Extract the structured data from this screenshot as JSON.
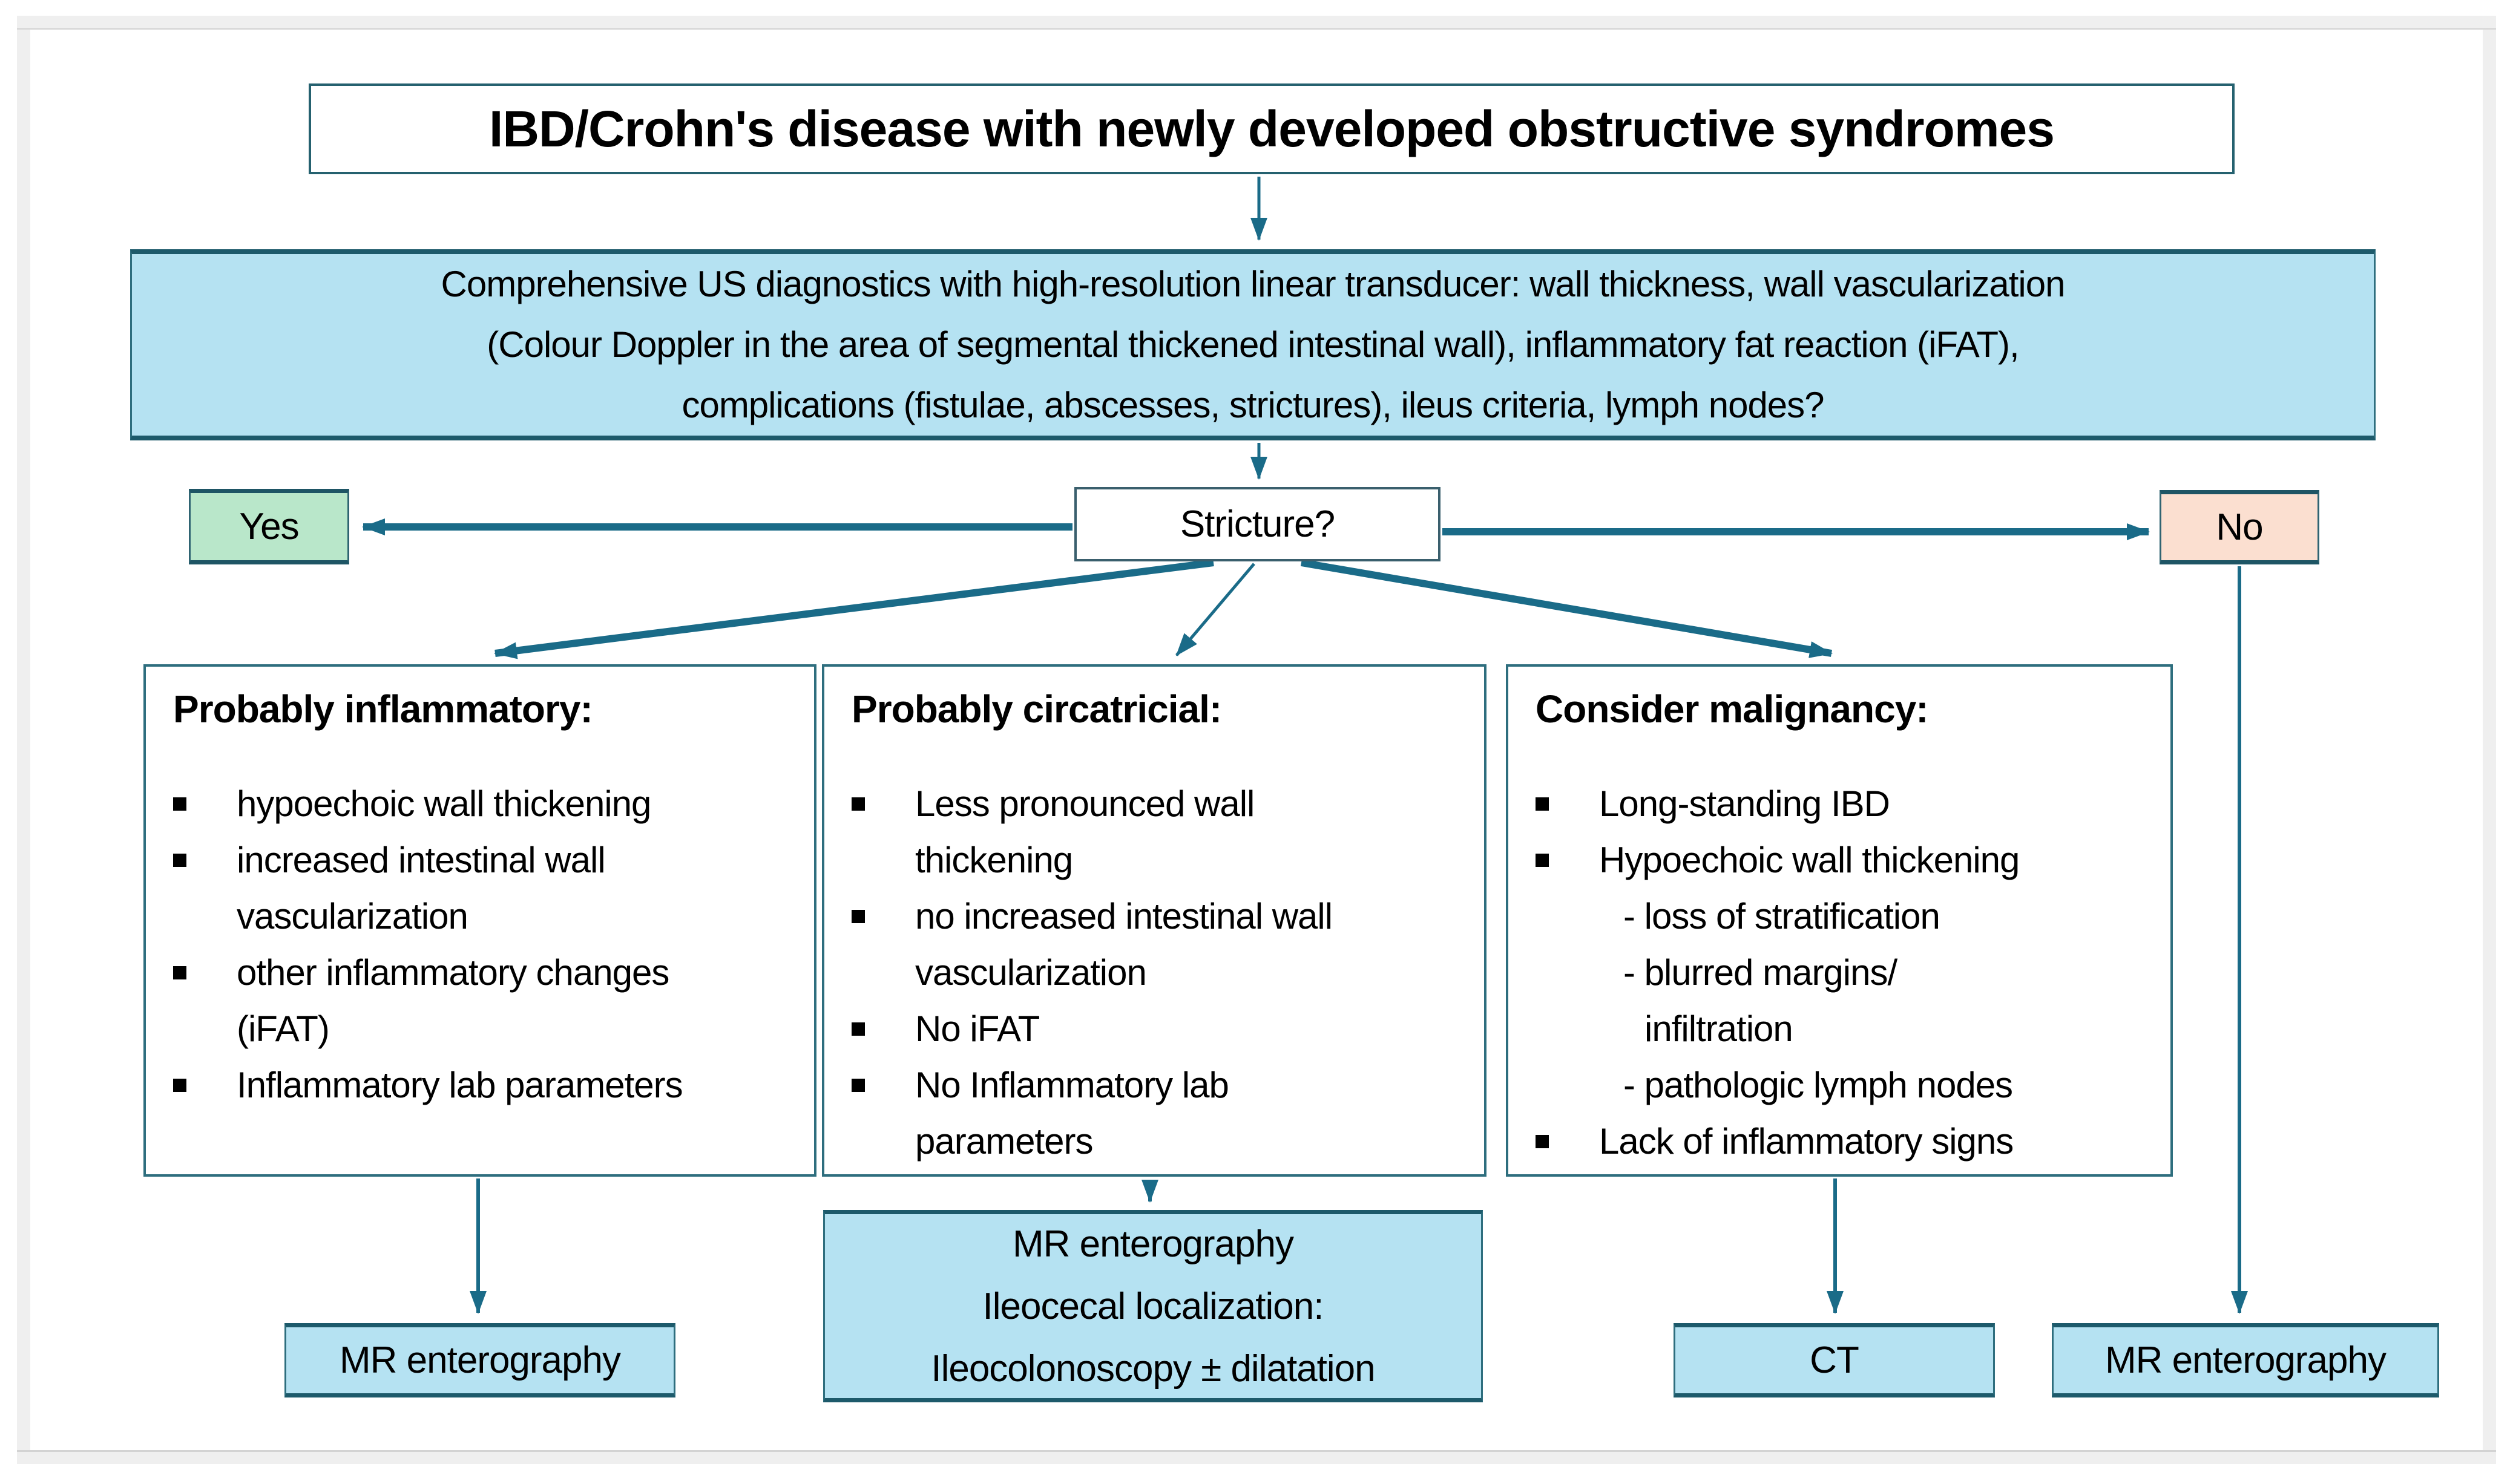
{
  "palette": {
    "box_border_teal": "#2E6E7E",
    "accent_dark_teal": "#1D5A6B",
    "arrow_teal": "#1A6B88",
    "light_blue_fill": "#B5E2F2",
    "yes_green_fill": "#B9E7CA",
    "no_peach_fill": "#FBDFD0",
    "frame_gray": "#EFEFEF"
  },
  "flowchart": {
    "title": "IBD/Crohn's disease with newly developed obstructive syndromes",
    "us_box": {
      "lines": [
        "Comprehensive US diagnostics with high-resolution linear transducer: wall thickness, wall vascularization",
        "(Colour Doppler in the area of segmental thickened intestinal wall), inflammatory fat reaction (iFAT),",
        "complications (fistulae, abscesses, strictures), ileus criteria, lymph nodes?"
      ]
    },
    "decision": {
      "label": "Stricture?",
      "yes": "Yes",
      "no": "No"
    },
    "branches": {
      "inflammatory": {
        "heading": "Probably inflammatory:",
        "items": [
          "hypoechoic wall thickening",
          "increased intestinal wall vascularization",
          "other inflammatory changes (iFAT)",
          "Inflammatory lab parameters"
        ]
      },
      "cicatricial": {
        "heading": "Probably circatricial:",
        "items": [
          "Less pronounced wall thickening",
          "no increased intestinal wall vascularization",
          "No iFAT",
          "No Inflammatory lab parameters"
        ]
      },
      "malignancy": {
        "heading": "Consider malignancy:",
        "lines": [
          {
            "kind": "bullet",
            "text": "Long-standing IBD"
          },
          {
            "kind": "bullet",
            "text": "Hypoechoic wall thickening"
          },
          {
            "kind": "sub",
            "text": "- loss of stratification"
          },
          {
            "kind": "sub",
            "text": "- blurred margins/"
          },
          {
            "kind": "subcont",
            "text": "infiltration"
          },
          {
            "kind": "sub",
            "text": "- pathologic lymph nodes"
          },
          {
            "kind": "bullet",
            "text": "Lack of inflammatory signs"
          }
        ]
      }
    },
    "outcomes": {
      "inflammatory": "MR enterography",
      "cicatricial_lines": [
        "MR enterography",
        "Ileocecal localization:",
        "Ileocolonoscopy ± dilatation"
      ],
      "malignancy": "CT",
      "no_branch": "MR enterography"
    }
  }
}
